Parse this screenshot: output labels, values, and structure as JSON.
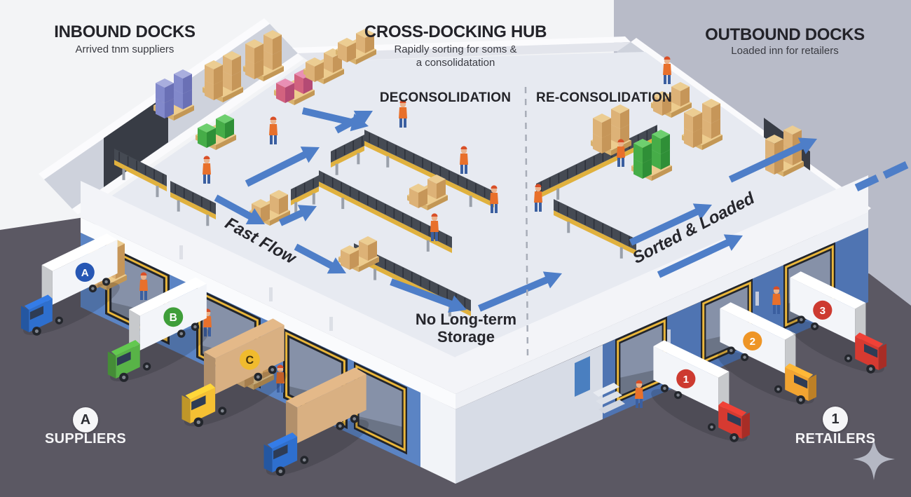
{
  "header": {
    "inbound": {
      "title": "INBOUND DOCKS",
      "subtitle": "Arrived tnm suppliers"
    },
    "hub": {
      "title": "CROSS-DOCKING HUB",
      "subtitle_line1": "Rapidly sorting for soms &",
      "subtitle_line2": "a consolidatation"
    },
    "outbound": {
      "title": "OUTBOUND DOCKS",
      "subtitle": "Loaded inn for retailers"
    }
  },
  "zones": {
    "left": "DECONSOLIDATION",
    "right": "RE-CONSOLIDATION"
  },
  "flow": {
    "fast_flow": "Fast Flow",
    "no_storage_line1": "No Long-term",
    "no_storage_line2": "Storage",
    "sorted_loaded": "Sorted & Loaded"
  },
  "legend": {
    "suppliers": {
      "badge": "A",
      "label": "SUPPLIERS"
    },
    "retailers": {
      "badge": "1",
      "label": "RETAILERS"
    }
  },
  "trucks": {
    "inbound": [
      {
        "name": "truck-supplier-a",
        "label": "A",
        "cab": "#2e6fce",
        "trailer": "#f3f5f9",
        "badge": "#2757b4",
        "badge_text": "#ffffff"
      },
      {
        "name": "truck-supplier-b",
        "label": "B",
        "cab": "#58b347",
        "trailer": "#f3f5f9",
        "badge": "#3f9e3a",
        "badge_text": "#ffffff"
      },
      {
        "name": "truck-supplier-c",
        "label": "C",
        "cab": "#f5c033",
        "trailer": "#d9b082",
        "badge": "#f0bb2e",
        "badge_text": "#46350a"
      },
      {
        "name": "truck-canvas",
        "label": "",
        "cab": "#2e6fce",
        "trailer": "#d9b082",
        "badge": "",
        "badge_text": "#ffffff"
      }
    ],
    "outbound": [
      {
        "name": "truck-retailer-1",
        "label": "1",
        "cab": "#d63a31",
        "trailer": "#f3f5f9",
        "badge": "#cd3a30",
        "badge_text": "#ffffff"
      },
      {
        "name": "truck-retailer-2",
        "label": "2",
        "cab": "#f2a431",
        "trailer": "#f3f5f9",
        "badge": "#ee9526",
        "badge_text": "#ffffff"
      },
      {
        "name": "truck-retailer-3",
        "label": "3",
        "cab": "#d63a31",
        "trailer": "#f3f5f9",
        "badge": "#cd3a30",
        "badge_text": "#ffffff"
      }
    ]
  },
  "colors": {
    "ground": "#5b5863",
    "sky_left": "#f3f4f6",
    "sky_right": "#b8bbc8",
    "floor": "#e7eaf1",
    "aisle": "#f3f4f8",
    "band_white": "#fafbfd",
    "wall_blue": "#5b84c4",
    "wall_blue_right": "#4f74b2",
    "wall_white_left": "#f2f4f8",
    "wall_white_right": "#d7dce6",
    "back_wall": "#ced2dc",
    "doorway_dark": "#383c45",
    "dock_frame": "#22252b",
    "dock_stripe": "#e9b63b",
    "dock_inner": "#6b7486",
    "belt": "#454a53",
    "belt_edge": "#e0b13e",
    "arrow": "#4e7ec8",
    "divider": "#a8adb8",
    "door": "#4a7fc0",
    "sparkle": "#b5b8c4"
  }
}
